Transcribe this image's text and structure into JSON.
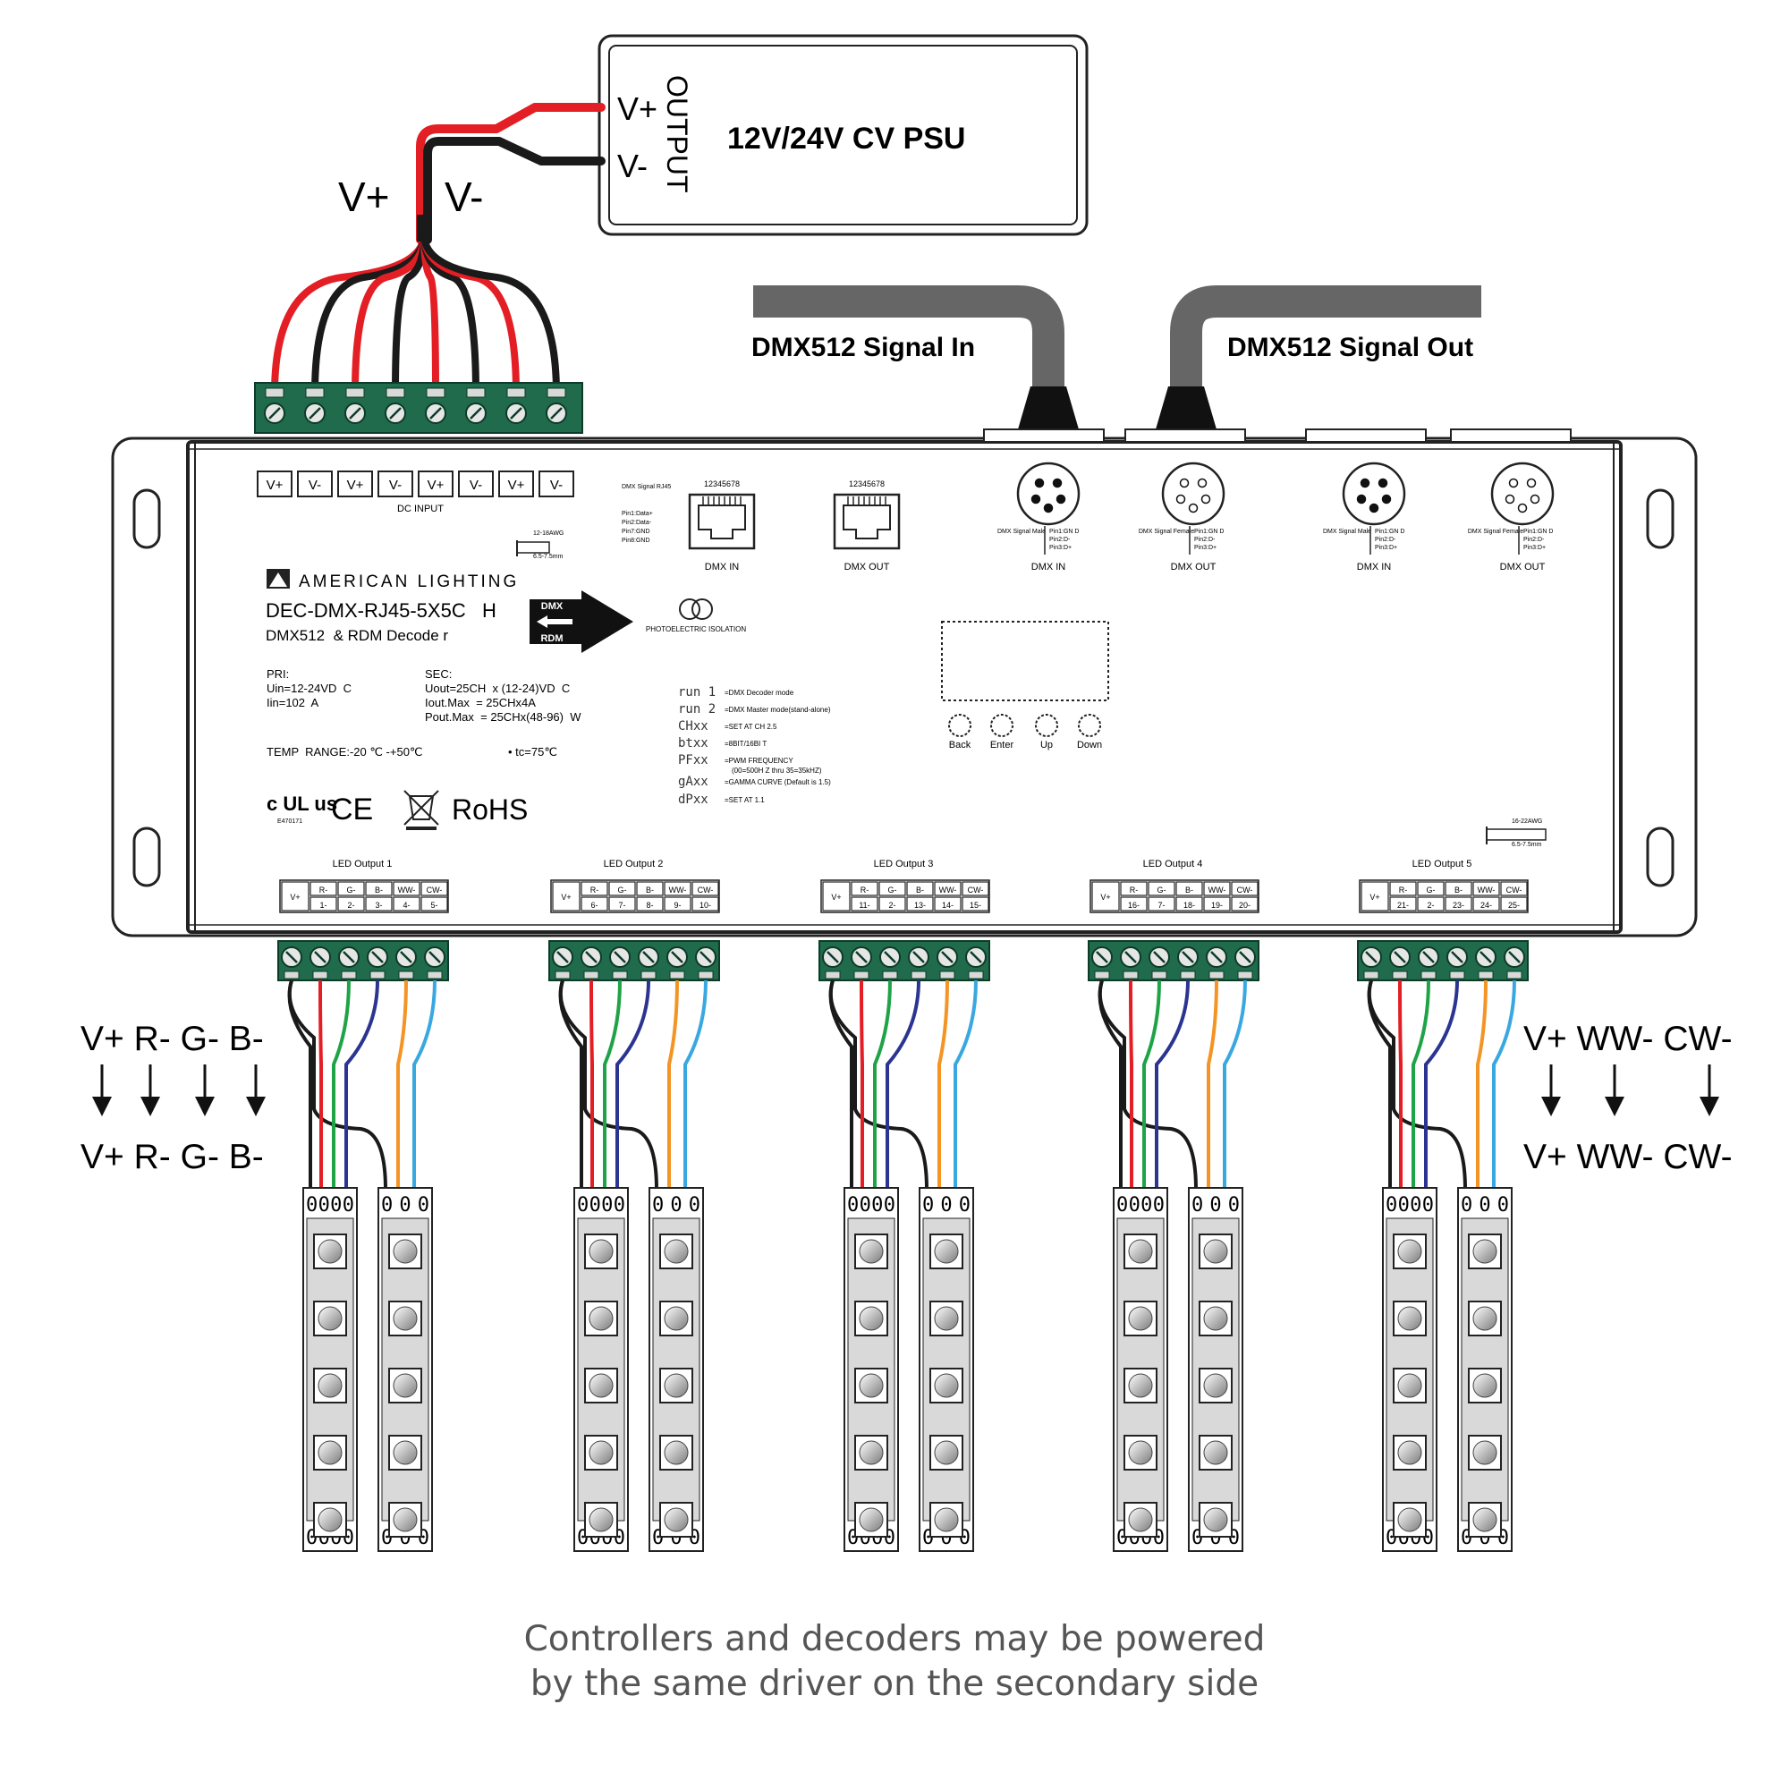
{
  "psu": {
    "title": "12V/24V CV PSU",
    "output_label": "OUTPUT",
    "vplus": "V+",
    "vminus": "V-"
  },
  "power_wires": {
    "vplus": "V+",
    "vminus": "V-"
  },
  "dmx_cables": {
    "in_label": "DMX512 Signal In",
    "out_label": "DMX512 Signal Out"
  },
  "decoder": {
    "brand": "AMERICAN LIGHTING",
    "model": "DEC-DMX-RJ45-5X5C   H",
    "subtitle": "DMX512  & RDM Decode r",
    "dc_input_terminals": [
      "V+",
      "V-",
      "V+",
      "V-",
      "V+",
      "V-",
      "V+",
      "V-"
    ],
    "dc_input_label": "DC INPUT",
    "rj45_pin_header": "DMX Signal RJ45",
    "rj45_pins": [
      "Pin1:Data+",
      "Pin2:Data-",
      "Pin7:GND",
      "Pin8:GND"
    ],
    "rj45_numbers": "12345678",
    "rj45_in_label": "DMX IN",
    "rj45_out_label": "DMX OUT",
    "xlr_ports": [
      {
        "type": "DMX Signal Male",
        "pins": [
          "Pin1:GN D",
          "Pin2:D-",
          "Pin3:D+"
        ],
        "label": "DMX IN"
      },
      {
        "type": "DMX Signal Female",
        "pins": [
          "Pin1:GN D",
          "Pin2:D-",
          "Pin3:D+"
        ],
        "label": "DMX OUT"
      },
      {
        "type": "DMX Signal Male",
        "pins": [
          "Pin1:GN D",
          "Pin2:D-",
          "Pin3:D+"
        ],
        "label": "DMX IN"
      },
      {
        "type": "DMX Signal Female",
        "pins": [
          "Pin1:GN D",
          "Pin2:D-",
          "Pin3:D+"
        ],
        "label": "DMX OUT"
      }
    ],
    "wire_gauge_top": "12-18AWG",
    "strip_length_top": "6.5-7.5mm",
    "wire_gauge_bottom": "16-22AWG",
    "strip_length_bottom": "6.5-7.5mm",
    "dmx_badge_top": "DMX",
    "dmx_badge_bottom": "RDM",
    "isolation": "PHOTOELECTRIC ISOLATION",
    "pri_specs": [
      "PRI:",
      "Uin=12-24VD  C",
      "Iin=102  A"
    ],
    "sec_specs": [
      "SEC:",
      "Uout=25CH  x (12-24)VD  C",
      "Iout.Max  = 25CHx4A",
      "Pout.Max  = 25CHx(48-96)  W"
    ],
    "temp_range": "TEMP  RANGE:-20 ℃ -+50℃",
    "tc": "• tc=75℃",
    "menu": [
      {
        "code": "run 1",
        "desc": "=DMX Decoder mode",
        "desc2": ""
      },
      {
        "code": "run 2",
        "desc": "=DMX Master mode(stand-alone)",
        "desc2": ""
      },
      {
        "code": "CHxx",
        "desc": "=SET AT CH 2.5",
        "desc2": ""
      },
      {
        "code": "btxx",
        "desc": "=8BIT/16BI T",
        "desc2": ""
      },
      {
        "code": "PFxx",
        "desc": "=PWM FREQUENCY",
        "desc2": "(00=500H Z thru 35=35kHZ)"
      },
      {
        "code": "gAxx",
        "desc": "=GAMMA CURVE (Default is 1.5)",
        "desc2": ""
      },
      {
        "code": "dPxx",
        "desc": "=SET AT 1.1",
        "desc2": ""
      }
    ],
    "buttons": [
      "Back",
      "Enter",
      "Up",
      "Down"
    ],
    "certifications": {
      "ul": "c UL us",
      "ul_number": "E470171",
      "ce": "CE",
      "rohs": "RoHS"
    },
    "led_outputs": [
      {
        "label": "LED Output 1",
        "vplus": "V+",
        "channels": [
          "R-",
          "G-",
          "B-",
          "WW-",
          "CW-"
        ],
        "numbers": [
          "1-",
          "2-",
          "3-",
          "4-",
          "5-"
        ]
      },
      {
        "label": "LED Output 2",
        "vplus": "V+",
        "channels": [
          "R-",
          "G-",
          "B-",
          "WW-",
          "CW-"
        ],
        "numbers": [
          "6-",
          "7-",
          "8-",
          "9-",
          "10-"
        ]
      },
      {
        "label": "LED Output 3",
        "vplus": "V+",
        "channels": [
          "R-",
          "G-",
          "B-",
          "WW-",
          "CW-"
        ],
        "numbers": [
          "11-",
          "2-",
          "13-",
          "14-",
          "15-"
        ]
      },
      {
        "label": "LED Output 4",
        "vplus": "V+",
        "channels": [
          "R-",
          "G-",
          "B-",
          "WW-",
          "CW-"
        ],
        "numbers": [
          "16-",
          "7-",
          "18-",
          "19-",
          "20-"
        ]
      },
      {
        "label": "LED Output 5",
        "vplus": "V+",
        "channels": [
          "R-",
          "G-",
          "B-",
          "WW-",
          "CW-"
        ],
        "numbers": [
          "21-",
          "2-",
          "23-",
          "24-",
          "25-"
        ]
      }
    ]
  },
  "wire_legend_left": {
    "top": "V+ R- G- B-",
    "bottom": "V+ R- G- B-"
  },
  "wire_legend_right": {
    "top": "V+ WW- CW-",
    "bottom": "V+ WW- CW-"
  },
  "strip_labels": {
    "rgb_pins": "0000",
    "wc_pins": "000"
  },
  "caption": {
    "line1": "Controllers and decoders may be powered",
    "line2": "by the same driver on the secondary side"
  },
  "colors": {
    "red_wire": "#e31e24",
    "black_wire": "#1a1a1a",
    "green_wire": "#1fa347",
    "blue_wire": "#2b3591",
    "orange_wire": "#f39425",
    "cyan_wire": "#3aa8e0",
    "terminal_green": "#1f6b4b",
    "cable_gray": "#666666"
  }
}
